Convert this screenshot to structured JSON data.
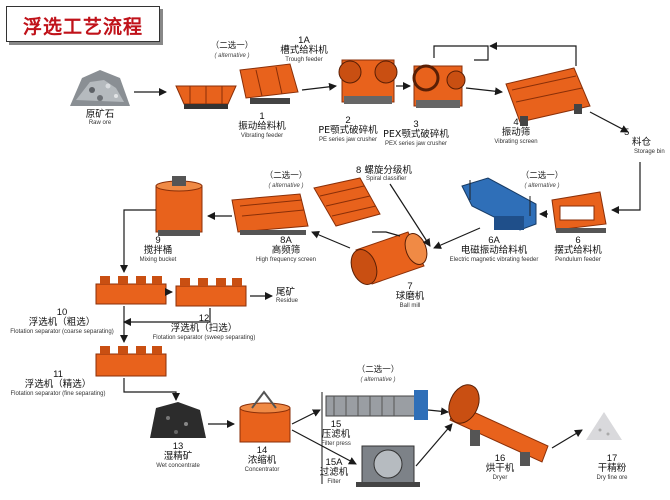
{
  "title": "浮选工艺流程",
  "alternative": {
    "zh": "（二选一）",
    "en": "( alternative )"
  },
  "nodes": {
    "raw_ore": {
      "zh": "原矿石",
      "en": "Raw ore"
    },
    "n1": {
      "num": "1",
      "zh": "振动给料机",
      "en": "Vibrating feeder"
    },
    "n1a": {
      "num": "1A",
      "zh": "槽式给料机",
      "en": "Trough feeder"
    },
    "n2": {
      "num": "2",
      "zh": "PE颚式破碎机",
      "en": "PE series jaw crusher"
    },
    "n3": {
      "num": "3",
      "zh": "PEX颚式破碎机",
      "en": "PEX series jaw crusher"
    },
    "n4": {
      "num": "4",
      "zh": "振动筛",
      "en": "Vibrating screen"
    },
    "n5": {
      "num": "5",
      "zh": "料仓",
      "en": "Storage bin"
    },
    "n6": {
      "num": "6",
      "zh": "摆式给料机",
      "en": "Pendulum feeder"
    },
    "n6a": {
      "num": "6A",
      "zh": "电磁振动给料机",
      "en": "Electric magnetic vibrating feeder"
    },
    "n7": {
      "num": "7",
      "zh": "球磨机",
      "en": "Ball mill"
    },
    "n8": {
      "num": "8",
      "zh": "螺旋分级机",
      "en": "Spiral classifier"
    },
    "n8a": {
      "num": "8A",
      "zh": "高频筛",
      "en": "High frequency  screen"
    },
    "n9": {
      "num": "9",
      "zh": "搅拌桶",
      "en": "Mixing bucket"
    },
    "n10": {
      "num": "10",
      "zh": "浮选机（粗选）",
      "en": "Flotation  separator (coarse separating)"
    },
    "n11": {
      "num": "11",
      "zh": "浮选机（精选）",
      "en": "Flotation separator (fine separating)"
    },
    "n12": {
      "num": "12",
      "zh": "浮选机（扫选）",
      "en": "Flotation separator (sweep separating)"
    },
    "residue": {
      "zh": "尾矿",
      "en": "Residue"
    },
    "n13": {
      "num": "13",
      "zh": "湿精矿",
      "en": "Wet concentrate"
    },
    "n14": {
      "num": "14",
      "zh": "浓缩机",
      "en": "Concentrator"
    },
    "n15": {
      "num": "15",
      "zh": "压滤机",
      "en": "Filter press"
    },
    "n15a": {
      "num": "15A",
      "zh": "过滤机",
      "en": "Filter"
    },
    "n16": {
      "num": "16",
      "zh": "烘干机",
      "en": "Dryer"
    },
    "n17": {
      "num": "17",
      "zh": "干精粉",
      "en": "Dry fine ore"
    }
  },
  "colors": {
    "title": "#c0121a",
    "machine_orange": "#e8621c",
    "machine_blue": "#2f6fb8",
    "arrow": "#1a1a1a"
  }
}
